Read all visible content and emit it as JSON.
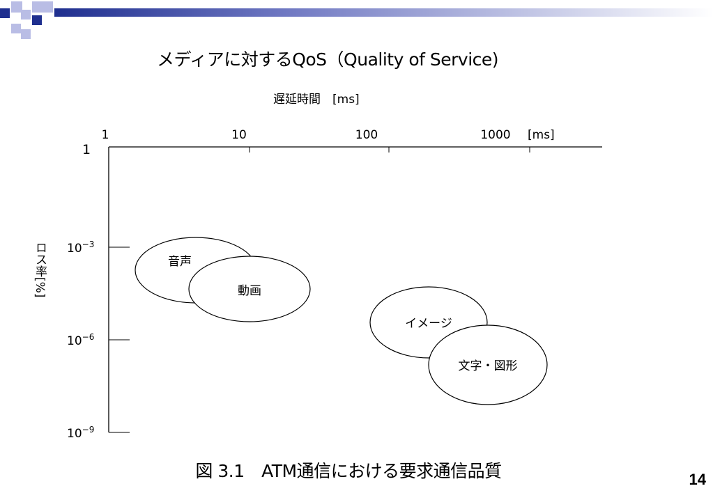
{
  "slide": {
    "title": "メディアに対するQoS（Quality of Service)",
    "caption": "図 3.1　ATM通信における要求通信品質",
    "page_number": "14",
    "accent_colors": [
      "#1f2f8f",
      "#b9bde5"
    ]
  },
  "diagram": {
    "x_axis_title": "遅延時間　[ms]",
    "x_ticks": [
      {
        "label": "1"
      },
      {
        "label": "10"
      },
      {
        "label": "100"
      },
      {
        "label": "1000"
      }
    ],
    "x_unit": "[ms]",
    "y_axis_title": "ロス率[%]",
    "y_ticks": [
      {
        "base": "1",
        "exp": ""
      },
      {
        "base": "10",
        "exp": "−3"
      },
      {
        "base": "10",
        "exp": "−6"
      },
      {
        "base": "10",
        "exp": "−9"
      }
    ],
    "regions": [
      {
        "label": "音声"
      },
      {
        "label": "動画"
      },
      {
        "label": "イメージ"
      },
      {
        "label": "文字・図形"
      }
    ]
  }
}
